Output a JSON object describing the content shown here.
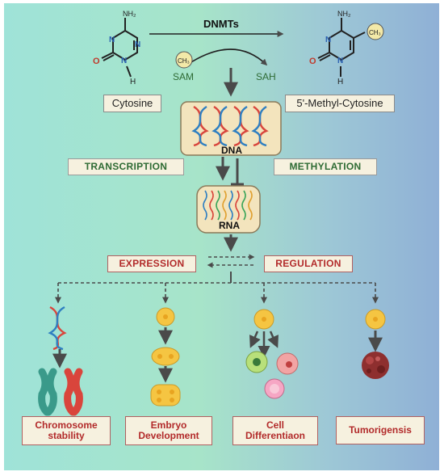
{
  "enzyme": "DNMTs",
  "cytosine": {
    "label": "Cytosine",
    "nh2": "NH₂",
    "n": "N",
    "o": "O",
    "h": "H"
  },
  "methyl_cytosine": {
    "label": "5'-Methyl-Cytosine",
    "nh2": "NH₂",
    "n": "N",
    "o": "O",
    "h": "H",
    "ch3": "CH₃"
  },
  "cofactor": {
    "donor": "SAM",
    "product": "SAH",
    "ch3": "CH₃"
  },
  "dna_label": "DNA",
  "rna_label": "RNA",
  "transcription": "TRANSCRIPTION",
  "methylation": "METHYLATION",
  "expression": "EXPRESSION",
  "regulation": "REGULATION",
  "outcomes": [
    {
      "line1": "Chromosome",
      "line2": "stability"
    },
    {
      "line1": "Embryo",
      "line2": "Development"
    },
    {
      "line1": "Cell",
      "line2": "Differentiaon"
    },
    {
      "line1": "Tumorigensis",
      "line2": ""
    }
  ],
  "colors": {
    "arrow": "#4a4a4a",
    "cream": "#f6f1df",
    "green_text": "#2e6b34",
    "red_text": "#b22a2a",
    "dna_red": "#d9453c",
    "dna_blue": "#2f7fc1",
    "cell_yellow": "#f5c542",
    "tumor": "#8e2f2f"
  }
}
